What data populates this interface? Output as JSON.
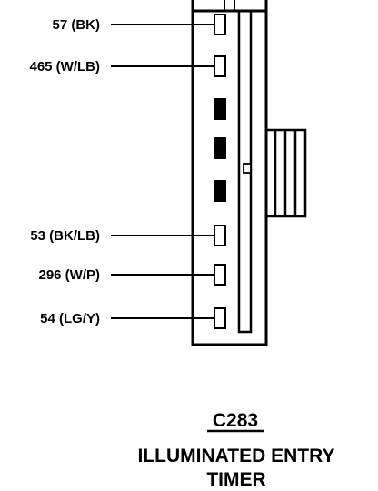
{
  "connector": {
    "id": "C283",
    "description_line1": "ILLUMINATED ENTRY",
    "description_line2": "TIMER"
  },
  "pins": [
    {
      "label": "57 (BK)",
      "state": "wired"
    },
    {
      "label": "465 (W/LB)",
      "state": "wired"
    },
    {
      "label": "",
      "state": "filled"
    },
    {
      "label": "",
      "state": "filled"
    },
    {
      "label": "",
      "state": "filled"
    },
    {
      "label": "53 (BK/LB)",
      "state": "wired"
    },
    {
      "label": "296 (W/P)",
      "state": "wired"
    },
    {
      "label": "54 (LG/Y)",
      "state": "wired"
    }
  ]
}
